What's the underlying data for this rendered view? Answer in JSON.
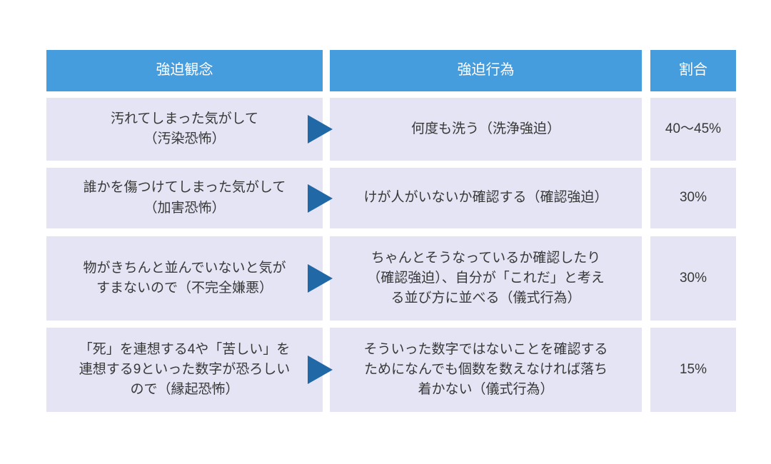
{
  "table": {
    "title_hint": "obsessions-compulsions-ratio-table",
    "columns": [
      "強迫観念",
      "強迫行為",
      "割合"
    ],
    "rows": [
      {
        "obsession": "汚れてしまった気がして\n（汚染恐怖）",
        "compulsion": "何度も洗う（洗浄強迫）",
        "ratio": "40〜45%"
      },
      {
        "obsession": "誰かを傷つけてしまった気がして\n（加害恐怖）",
        "compulsion": "けが人がいないか確認する（確認強迫）",
        "ratio": "30%"
      },
      {
        "obsession": "物がきちんと並んでいないと気が\nすまないので（不完全嫌悪）",
        "compulsion": "ちゃんとそうなっているか確認したり\n（確認強迫）、自分が「これだ」と考え\nる並び方に並べる（儀式行為）",
        "ratio": "30%"
      },
      {
        "obsession": "「死」を連想する4や「苦しい」を\n連想する9といった数字が恐ろしい\nので（縁起恐怖）",
        "compulsion": "そういった数字ではないことを確認する\nためになんでも個数を数えなければ落ち\n着かない（儀式行為）",
        "ratio": "15%"
      }
    ]
  },
  "icons": {
    "row_connector": "arrow-right"
  },
  "colors": {
    "header_bg": "#469DDE",
    "header_text": "#FFFFFF",
    "cell_bg": "#E4E4F4",
    "arrow": "#2068A6",
    "body_text": "#383838",
    "page_bg": "#FFFFFF"
  }
}
